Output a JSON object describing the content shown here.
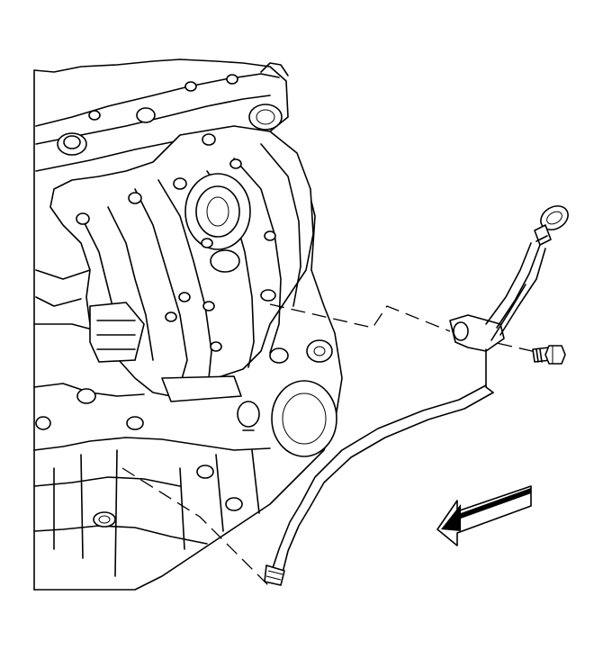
{
  "figure": {
    "type": "technical-illustration",
    "subject": "engine-oil-level-indicator-tube-removal",
    "colors": {
      "line": "#000000",
      "background": "#ffffff",
      "arrow_fill": "#000000"
    },
    "icons": [
      "engine-block",
      "intake-manifold",
      "oil-level-indicator-tube",
      "oil-dipstick-handle",
      "tube-bolt",
      "front-direction-arrow"
    ]
  }
}
